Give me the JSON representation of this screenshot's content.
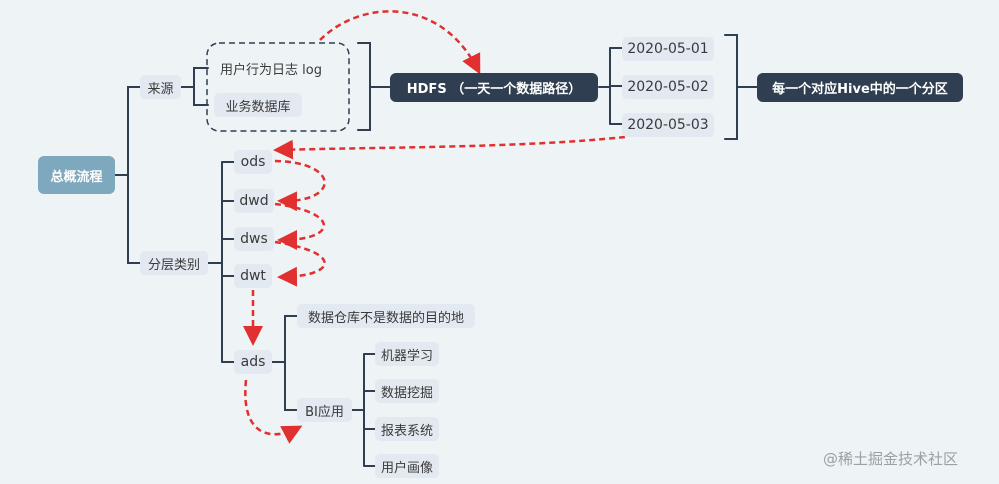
{
  "root": "总概流程",
  "source": {
    "label": "来源",
    "items": [
      "用户行为日志 log",
      "业务数据库"
    ]
  },
  "hdfs": "HDFS （一天一个数据路径）",
  "dates": [
    "2020-05-01",
    "2020-05-02",
    "2020-05-03"
  ],
  "hive_note": "每一个对应Hive中的一个分区",
  "layers": {
    "label": "分层类别",
    "items": [
      "ods",
      "dwd",
      "dws",
      "dwt",
      "ads"
    ]
  },
  "ads_children": {
    "note": "数据仓库不是数据的目的地",
    "bi": "BI应用",
    "bi_items": [
      "机器学习",
      "数据挖掘",
      "报表系统",
      "用户画像"
    ]
  },
  "watermark": "@稀土掘金技术社区",
  "colors": {
    "line": "#2f3e50",
    "arrow": "#e03030",
    "root_bg": "#7ea8bd",
    "dark_bg": "#2f3e50",
    "light_bg": "#e3e9f0",
    "background": "#eef3f6"
  }
}
